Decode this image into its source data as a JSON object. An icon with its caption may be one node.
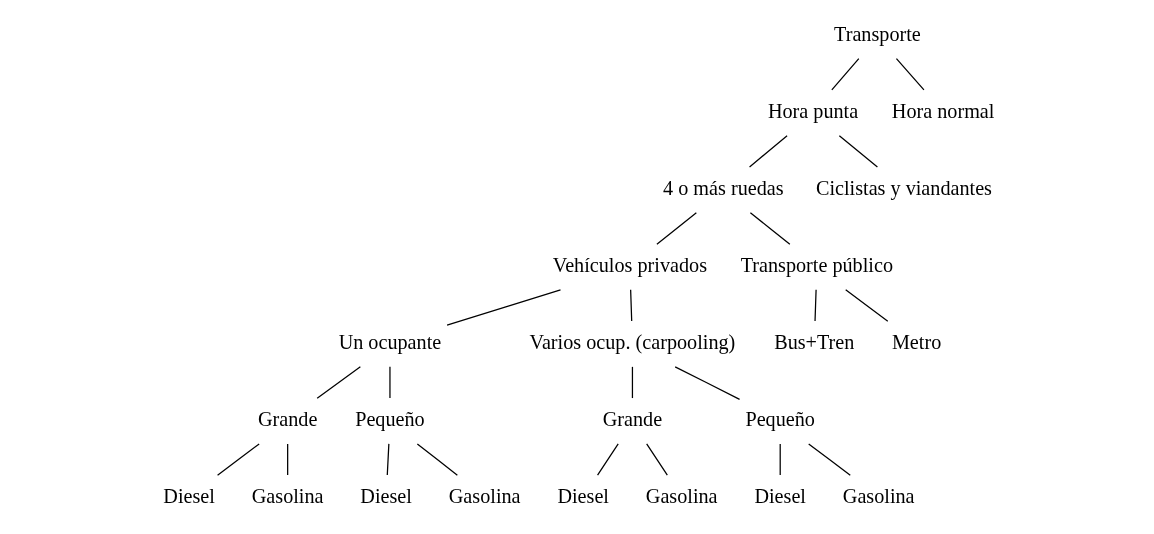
{
  "diagram": {
    "nodes": [
      {
        "text": [
          "Transporte"
        ]
      },
      {
        "text": [
          "Hora punta"
        ]
      },
      {
        "text": [
          "Hora normal"
        ]
      },
      {
        "text": [
          "4 o más ruedas"
        ]
      },
      {
        "text": [
          "Ciclistas y viandantes"
        ]
      },
      {
        "text": [
          "Vehículos privados"
        ]
      },
      {
        "text": [
          "Transporte público"
        ]
      },
      {
        "text": [
          "Un ocupante"
        ]
      },
      {
        "text": [
          "Varios ocup. (carpooling)"
        ]
      },
      {
        "text": [
          "Bus+Tren"
        ]
      },
      {
        "text": [
          "Metro"
        ]
      },
      {
        "text": [
          "Grande"
        ]
      },
      {
        "text": [
          "Pequeño"
        ]
      },
      {
        "text": [
          "Grande"
        ]
      },
      {
        "text": [
          "Pequeño"
        ]
      },
      {
        "text": [
          "Diesel"
        ]
      },
      {
        "text": [
          "Gasolina"
        ]
      },
      {
        "text": [
          "Diesel"
        ]
      },
      {
        "text": [
          "Gasolina"
        ]
      },
      {
        "text": [
          "Diesel"
        ]
      },
      {
        "text": [
          "Gasolina"
        ]
      },
      {
        "text": [
          "Diesel"
        ]
      },
      {
        "text": [
          "Gasolina"
        ]
      }
    ],
    "edges": [
      {
        "from": 0,
        "to": 1,
        "arrow": "none"
      },
      {
        "from": 0,
        "to": 2,
        "arrow": "none"
      },
      {
        "from": 1,
        "to": 3,
        "arrow": "none"
      },
      {
        "from": 1,
        "to": 4,
        "arrow": "none"
      },
      {
        "from": 3,
        "to": 5,
        "arrow": "none"
      },
      {
        "from": 3,
        "to": 6,
        "arrow": "none"
      },
      {
        "from": 5,
        "to": 7,
        "arrow": "none"
      },
      {
        "from": 5,
        "to": 8,
        "arrow": "none"
      },
      {
        "from": 6,
        "to": 9,
        "arrow": "none"
      },
      {
        "from": 6,
        "to": 10,
        "arrow": "none"
      },
      {
        "from": 7,
        "to": 11,
        "arrow": "none"
      },
      {
        "from": 7,
        "to": 12,
        "arrow": "none"
      },
      {
        "from": 8,
        "to": 13,
        "arrow": "none"
      },
      {
        "from": 8,
        "to": 14,
        "arrow": "none"
      },
      {
        "from": 11,
        "to": 15,
        "arrow": "none"
      },
      {
        "from": 11,
        "to": 16,
        "arrow": "none"
      },
      {
        "from": 12,
        "to": 17,
        "arrow": "none"
      },
      {
        "from": 12,
        "to": 18,
        "arrow": "none"
      },
      {
        "from": 13,
        "to": 19,
        "arrow": "none"
      },
      {
        "from": 13,
        "to": 20,
        "arrow": "none"
      },
      {
        "from": 14,
        "to": 21,
        "arrow": "none"
      },
      {
        "from": 14,
        "to": 22,
        "arrow": "none"
      }
    ]
  }
}
